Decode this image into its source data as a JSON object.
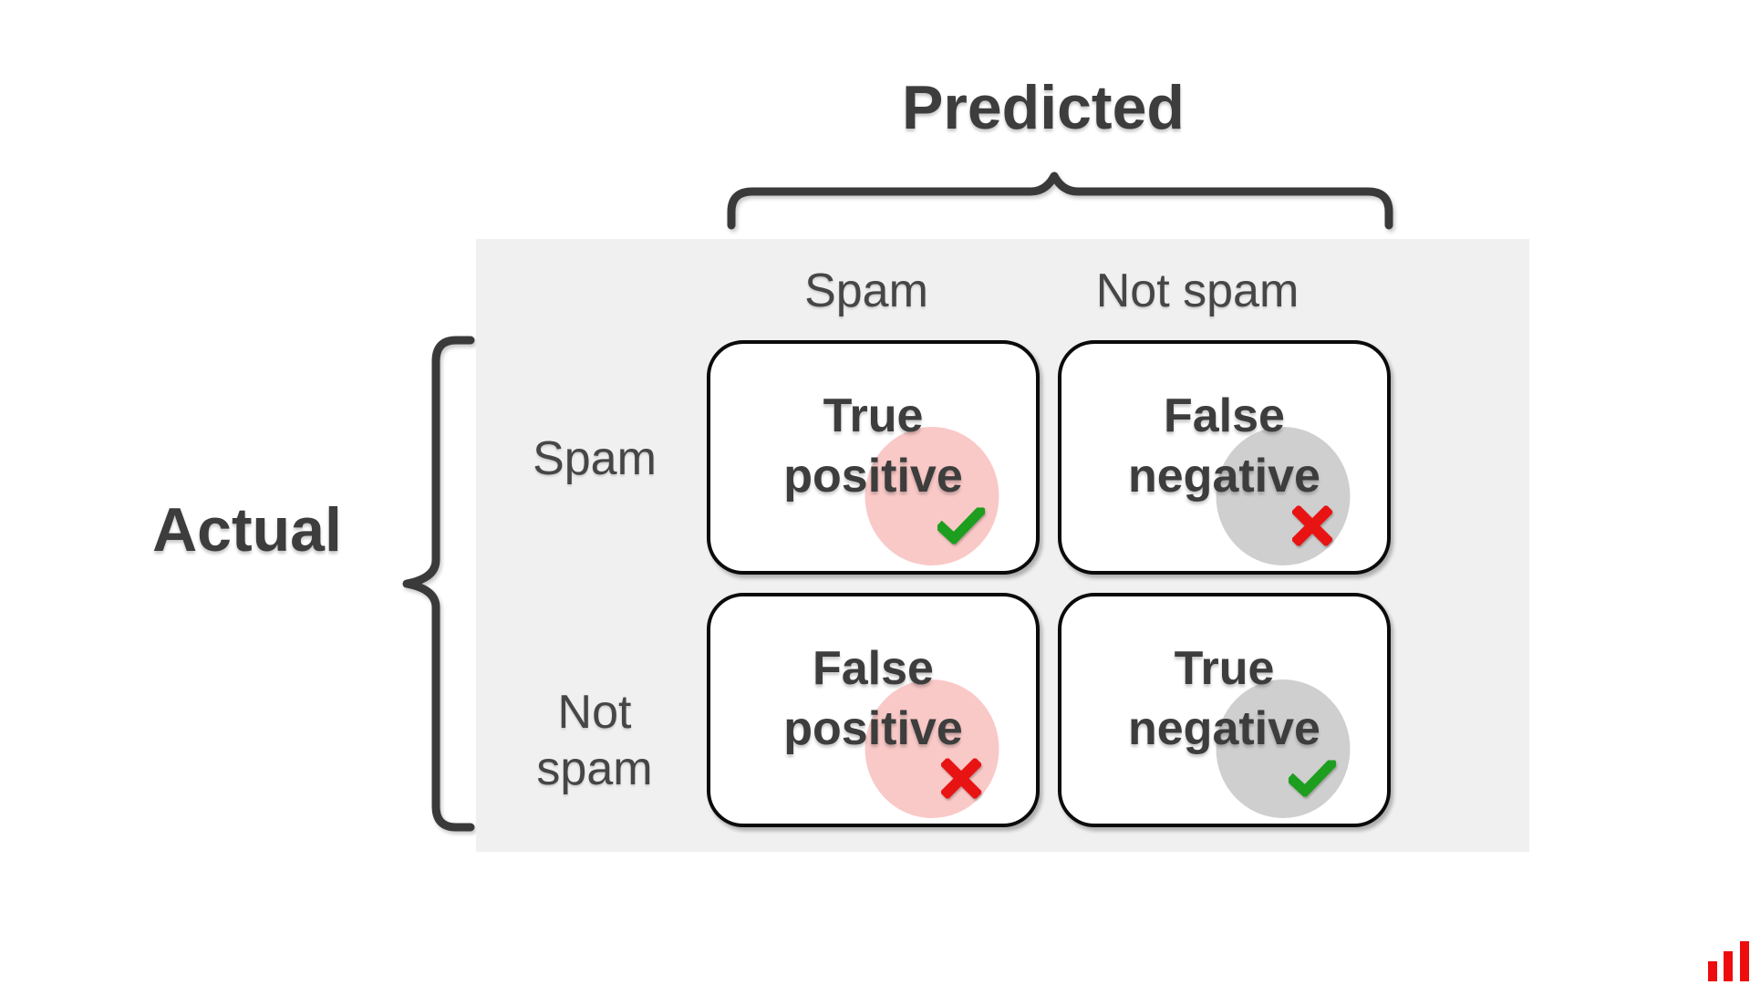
{
  "diagram": {
    "type": "confusion-matrix",
    "predicted_axis_label": "Predicted",
    "actual_axis_label": "Actual",
    "column_headers": [
      "Spam",
      "Not spam"
    ],
    "row_headers": [
      "Spam",
      "Not spam"
    ],
    "cells": [
      {
        "id": "true-positive",
        "line1": "True",
        "line2": "positive",
        "icon": "check-icon",
        "circle": "pink"
      },
      {
        "id": "false-negative",
        "line1": "False",
        "line2": "negative",
        "icon": "x-icon",
        "circle": "gray"
      },
      {
        "id": "false-positive",
        "line1": "False",
        "line2": "positive",
        "icon": "x-icon",
        "circle": "pink"
      },
      {
        "id": "true-negative",
        "line1": "True",
        "line2": "negative",
        "icon": "check-icon",
        "circle": "gray"
      }
    ]
  },
  "colors": {
    "panel_bg": "#f0f0f0",
    "circle_pink": "#f9c9c7",
    "circle_gray": "#cfcfcf",
    "check_green": "#1e9e1e",
    "cross_red": "#e81414",
    "text_dark": "#3d3d3d",
    "label_gray": "#464646",
    "logo_red": "#ee0d0d"
  },
  "logo": {
    "name": "bar-chart-logo"
  }
}
